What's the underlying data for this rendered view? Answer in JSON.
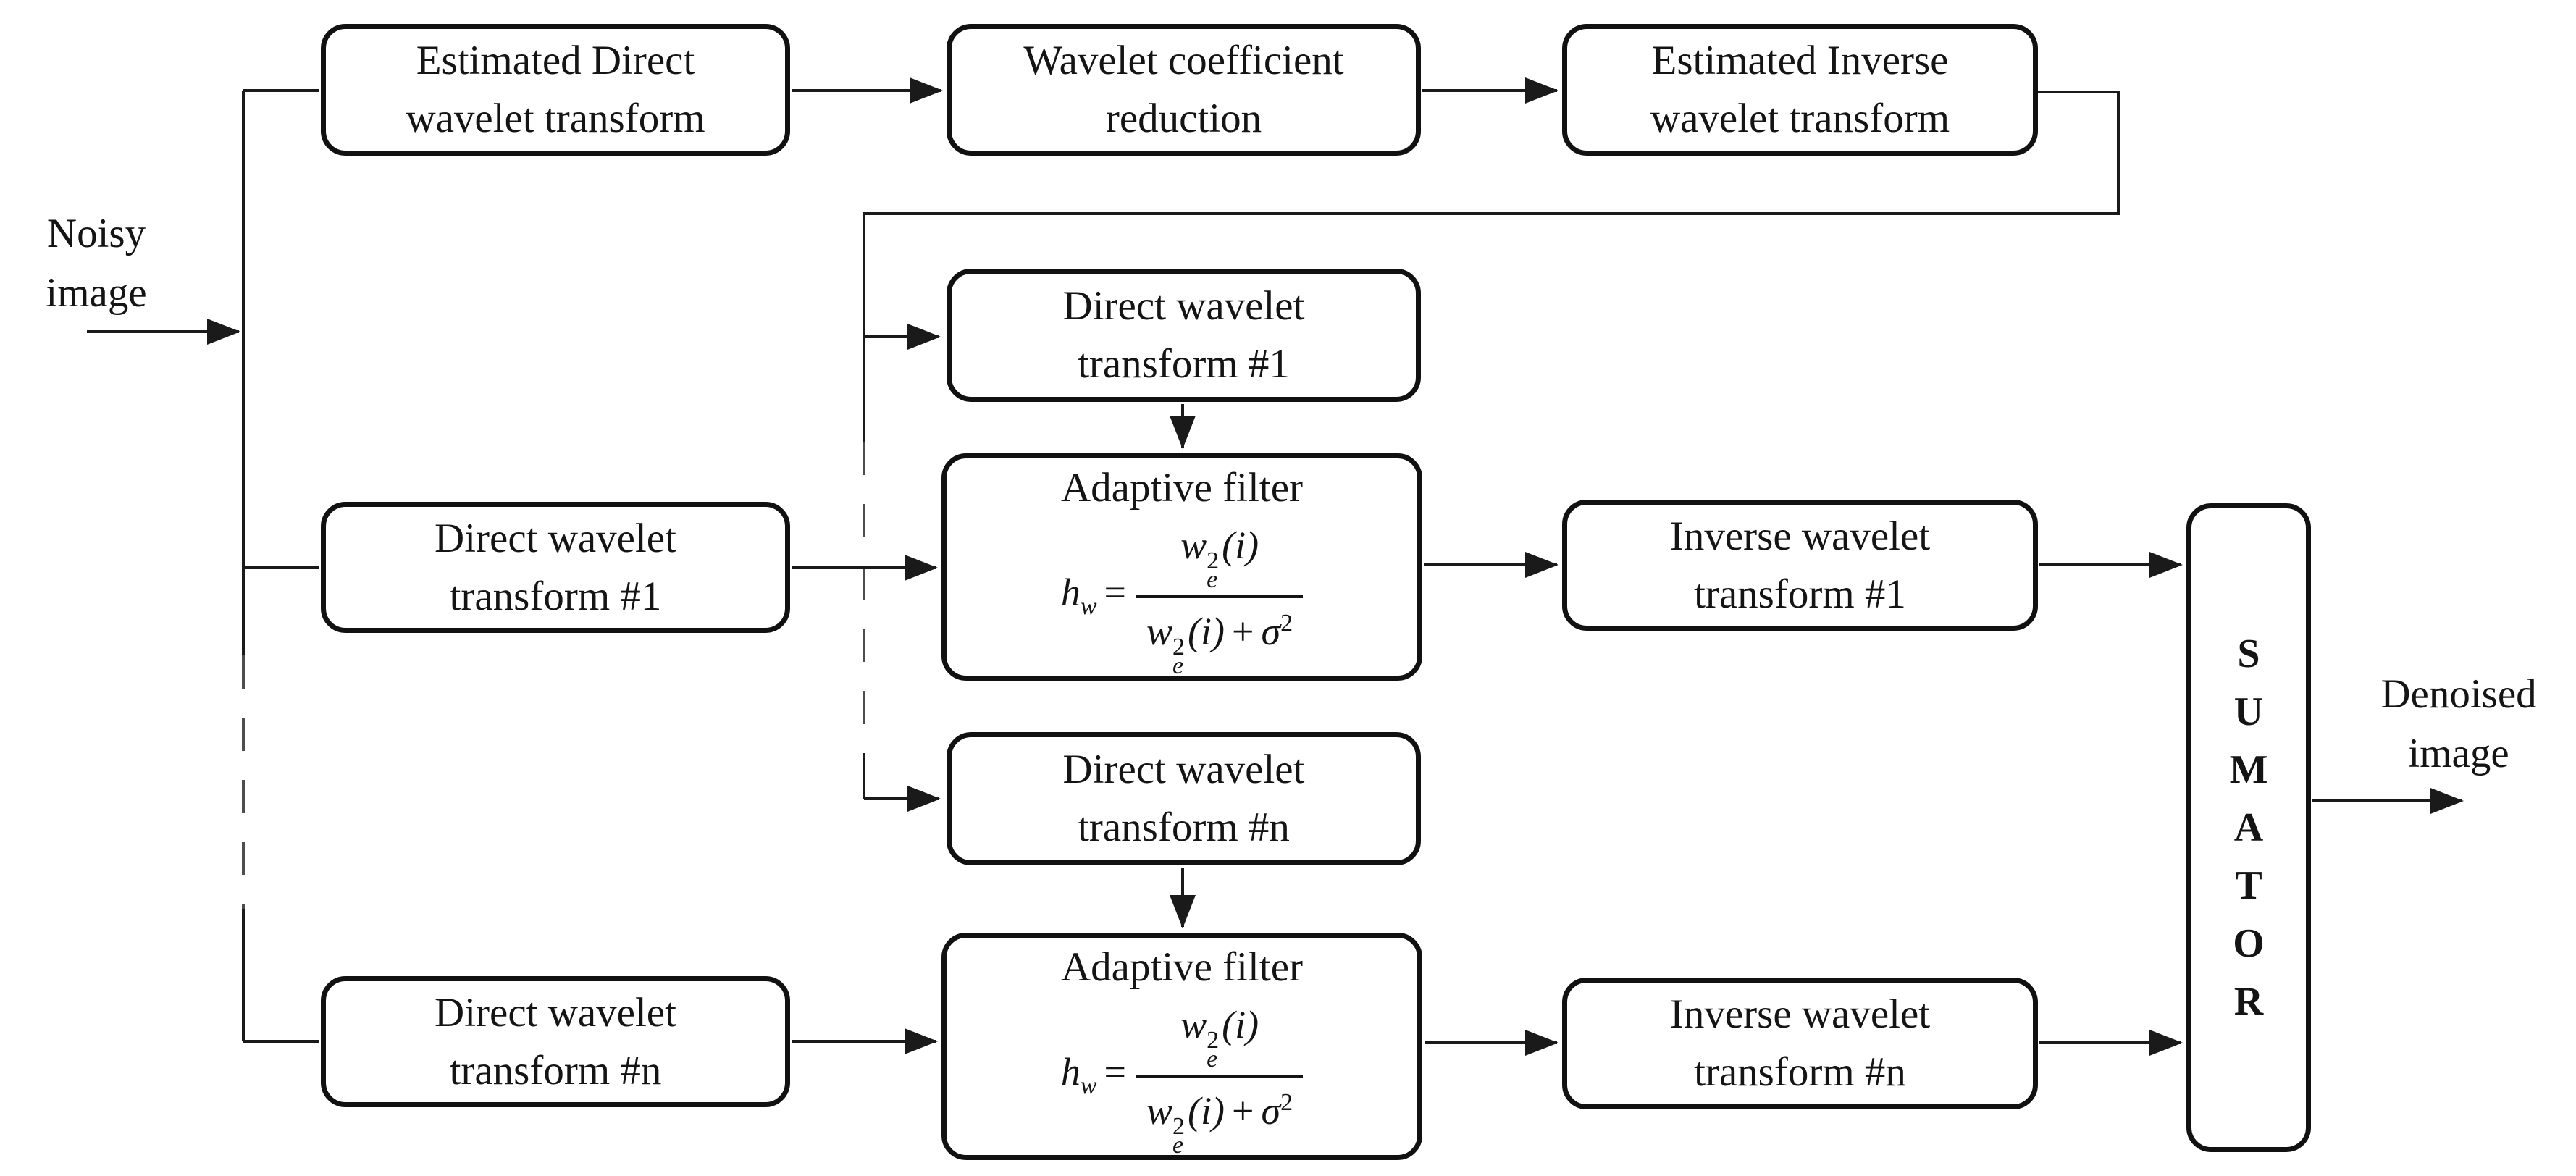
{
  "canvas": {
    "background": "#ffffff",
    "line_color": "#1a1a1a",
    "dash_color": "#4d4d4d"
  },
  "labels": {
    "noisy": {
      "line1": "Noisy",
      "line2": "image"
    },
    "denoised": {
      "line1": "Denoised",
      "line2": "image"
    }
  },
  "boxes": {
    "est_dwt": {
      "line1": "Estimated Direct",
      "line2": "wavelet transform"
    },
    "wcr": {
      "line1": "Wavelet coefficient",
      "line2": "reduction"
    },
    "est_iwt": {
      "line1": "Estimated Inverse",
      "line2": "wavelet transform"
    },
    "dwt_b1": {
      "line1": "Direct wavelet",
      "line2": "transform #1"
    },
    "dwt_l1": {
      "line1": "Direct wavelet",
      "line2": "transform #1"
    },
    "iwt_1": {
      "line1": "Inverse wavelet",
      "line2": "transform #1"
    },
    "dwt_bn": {
      "line1": "Direct wavelet",
      "line2": "transform #n"
    },
    "dwt_ln": {
      "line1": "Direct wavelet",
      "line2": "transform #n"
    },
    "iwt_n": {
      "line1": "Inverse wavelet",
      "line2": "transform #n"
    },
    "adaptive_title": "Adaptive filter",
    "sumator_letters": [
      "S",
      "U",
      "M",
      "A",
      "T",
      "O",
      "R"
    ]
  },
  "formula": {
    "h": "h",
    "h_sub": "w",
    "eq": "=",
    "w": "w",
    "sup": "2",
    "sub": "e",
    "arg": "(i)",
    "plus": "+",
    "sigma": "σ",
    "sigma_sup": "2"
  }
}
